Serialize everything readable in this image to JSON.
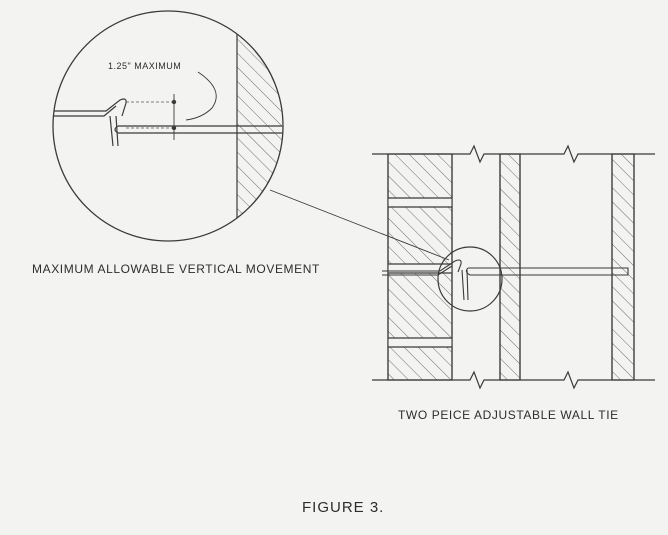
{
  "labels": {
    "dimension": "1.25\" MAXIMUM",
    "detail_caption": "MAXIMUM ALLOWABLE VERTICAL MOVEMENT",
    "tie_caption": "TWO PEICE ADJUSTABLE WALL TIE",
    "figure": "FIGURE 3."
  },
  "colors": {
    "line": "#3a3a3a",
    "paper": "#f3f3f1"
  }
}
